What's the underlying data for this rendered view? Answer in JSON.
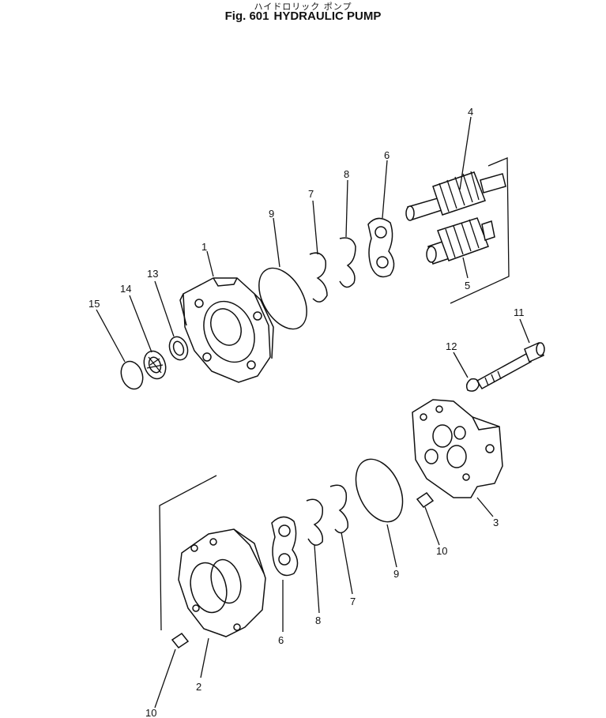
{
  "title": {
    "japanese": "ハイドロリック ポンプ",
    "figure": "Fig. 601",
    "name": "HYDRAULIC PUMP"
  },
  "callouts": [
    {
      "id": "c1",
      "label": "1"
    },
    {
      "id": "c2",
      "label": "2"
    },
    {
      "id": "c3",
      "label": "3"
    },
    {
      "id": "c4",
      "label": "4"
    },
    {
      "id": "c5",
      "label": "5"
    },
    {
      "id": "c6a",
      "label": "6"
    },
    {
      "id": "c6b",
      "label": "6"
    },
    {
      "id": "c7a",
      "label": "7"
    },
    {
      "id": "c7b",
      "label": "7"
    },
    {
      "id": "c8a",
      "label": "8"
    },
    {
      "id": "c8b",
      "label": "8"
    },
    {
      "id": "c9a",
      "label": "9"
    },
    {
      "id": "c9b",
      "label": "9"
    },
    {
      "id": "c10a",
      "label": "10"
    },
    {
      "id": "c10b",
      "label": "10"
    },
    {
      "id": "c11",
      "label": "11"
    },
    {
      "id": "c12",
      "label": "12"
    },
    {
      "id": "c13",
      "label": "13"
    },
    {
      "id": "c14",
      "label": "14"
    },
    {
      "id": "c15",
      "label": "15"
    }
  ]
}
